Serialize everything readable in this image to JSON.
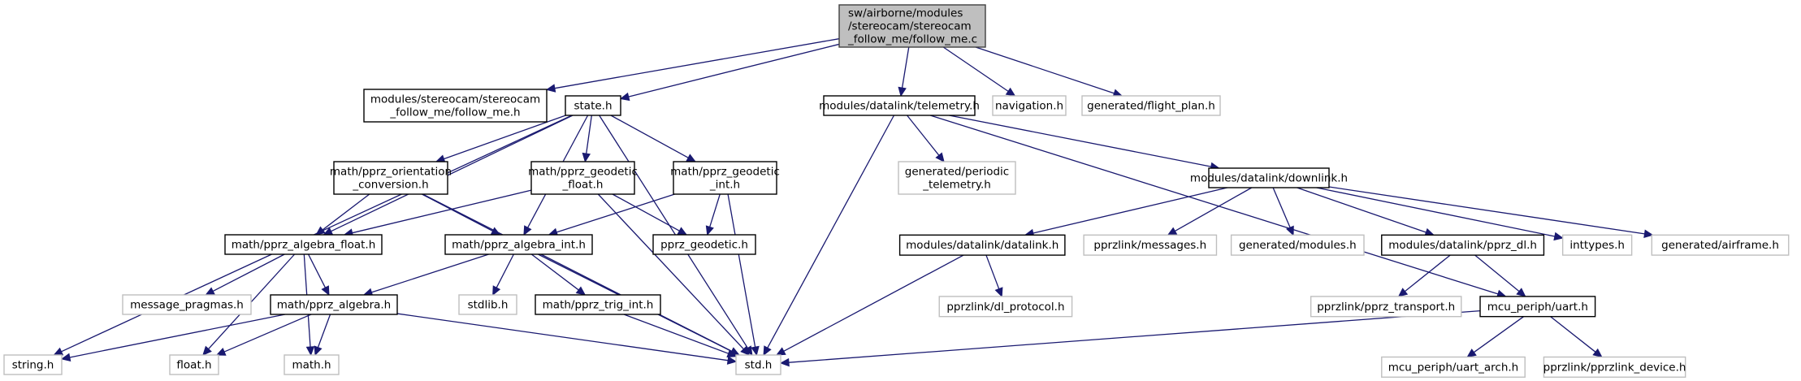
{
  "title": "sw/airborne/modules/stereocam/stereocam_follow_me/follow_me.c",
  "colors": {
    "edge": "#191970",
    "root_fill": "#bfbfbf",
    "documented_border": "#000000",
    "undocumented_border": "#bfbfbf",
    "node_fill": "#ffffff"
  },
  "nodes": [
    {
      "id": "root",
      "lines": [
        "sw/airborne/modules",
        "/stereocam/stereocam",
        "_follow_me/follow_me.c"
      ],
      "kind": "root"
    },
    {
      "id": "follow_me_h",
      "lines": [
        "modules/stereocam/stereocam",
        "_follow_me/follow_me.h"
      ],
      "kind": "documented"
    },
    {
      "id": "state_h",
      "lines": [
        "state.h"
      ],
      "kind": "documented"
    },
    {
      "id": "telemetry_h",
      "lines": [
        "modules/datalink/telemetry.h"
      ],
      "kind": "documented"
    },
    {
      "id": "navigation_h",
      "lines": [
        "navigation.h"
      ],
      "kind": "external"
    },
    {
      "id": "flight_plan_h",
      "lines": [
        "generated/flight_plan.h"
      ],
      "kind": "external"
    },
    {
      "id": "orientation_conversion_h",
      "lines": [
        "math/pprz_orientation",
        "_conversion.h"
      ],
      "kind": "documented"
    },
    {
      "id": "geodetic_float_h",
      "lines": [
        "math/pprz_geodetic",
        "_float.h"
      ],
      "kind": "documented"
    },
    {
      "id": "geodetic_int_h",
      "lines": [
        "math/pprz_geodetic",
        "_int.h"
      ],
      "kind": "documented"
    },
    {
      "id": "periodic_telemetry_h",
      "lines": [
        "generated/periodic",
        "_telemetry.h"
      ],
      "kind": "external"
    },
    {
      "id": "downlink_h",
      "lines": [
        "modules/datalink/downlink.h"
      ],
      "kind": "documented"
    },
    {
      "id": "algebra_float_h",
      "lines": [
        "math/pprz_algebra_float.h"
      ],
      "kind": "documented"
    },
    {
      "id": "algebra_int_h",
      "lines": [
        "math/pprz_algebra_int.h"
      ],
      "kind": "documented"
    },
    {
      "id": "pprz_geodetic_h",
      "lines": [
        "pprz_geodetic.h"
      ],
      "kind": "documented"
    },
    {
      "id": "datalink_h",
      "lines": [
        "modules/datalink/datalink.h"
      ],
      "kind": "documented"
    },
    {
      "id": "messages_h",
      "lines": [
        "pprzlink/messages.h"
      ],
      "kind": "external"
    },
    {
      "id": "modules_h",
      "lines": [
        "generated/modules.h"
      ],
      "kind": "external"
    },
    {
      "id": "pprz_dl_h",
      "lines": [
        "modules/datalink/pprz_dl.h"
      ],
      "kind": "documented"
    },
    {
      "id": "inttypes_h",
      "lines": [
        "inttypes.h"
      ],
      "kind": "external"
    },
    {
      "id": "airframe_h",
      "lines": [
        "generated/airframe.h"
      ],
      "kind": "external"
    },
    {
      "id": "message_pragmas_h",
      "lines": [
        "message_pragmas.h"
      ],
      "kind": "external"
    },
    {
      "id": "algebra_h",
      "lines": [
        "math/pprz_algebra.h"
      ],
      "kind": "documented"
    },
    {
      "id": "stdlib_h",
      "lines": [
        "stdlib.h"
      ],
      "kind": "external"
    },
    {
      "id": "trig_int_h",
      "lines": [
        "math/pprz_trig_int.h"
      ],
      "kind": "documented"
    },
    {
      "id": "dl_protocol_h",
      "lines": [
        "pprzlink/dl_protocol.h"
      ],
      "kind": "external"
    },
    {
      "id": "pprz_transport_h",
      "lines": [
        "pprzlink/pprz_transport.h"
      ],
      "kind": "external"
    },
    {
      "id": "uart_h",
      "lines": [
        "mcu_periph/uart.h"
      ],
      "kind": "documented"
    },
    {
      "id": "string_h",
      "lines": [
        "string.h"
      ],
      "kind": "external"
    },
    {
      "id": "float_h",
      "lines": [
        "float.h"
      ],
      "kind": "external"
    },
    {
      "id": "math_h",
      "lines": [
        "math.h"
      ],
      "kind": "external"
    },
    {
      "id": "std_h",
      "lines": [
        "std.h"
      ],
      "kind": "external"
    },
    {
      "id": "uart_arch_h",
      "lines": [
        "mcu_periph/uart_arch.h"
      ],
      "kind": "external"
    },
    {
      "id": "pprzlink_device_h",
      "lines": [
        "pprzlink/pprzlink_device.h"
      ],
      "kind": "external"
    }
  ],
  "edges": [
    [
      "root",
      "follow_me_h"
    ],
    [
      "root",
      "state_h"
    ],
    [
      "root",
      "telemetry_h"
    ],
    [
      "root",
      "navigation_h"
    ],
    [
      "root",
      "flight_plan_h"
    ],
    [
      "state_h",
      "algebra_float_h"
    ],
    [
      "state_h",
      "orientation_conversion_h"
    ],
    [
      "state_h",
      "geodetic_float_h"
    ],
    [
      "state_h",
      "geodetic_int_h"
    ],
    [
      "state_h",
      "algebra_int_h"
    ],
    [
      "state_h",
      "string_h"
    ],
    [
      "state_h",
      "std_h"
    ],
    [
      "telemetry_h",
      "periodic_telemetry_h"
    ],
    [
      "telemetry_h",
      "downlink_h"
    ],
    [
      "telemetry_h",
      "std_h"
    ],
    [
      "telemetry_h",
      "uart_h"
    ],
    [
      "orientation_conversion_h",
      "algebra_float_h"
    ],
    [
      "orientation_conversion_h",
      "algebra_int_h"
    ],
    [
      "orientation_conversion_h",
      "std_h"
    ],
    [
      "geodetic_float_h",
      "algebra_float_h"
    ],
    [
      "geodetic_float_h",
      "pprz_geodetic_h"
    ],
    [
      "geodetic_float_h",
      "std_h"
    ],
    [
      "geodetic_int_h",
      "algebra_int_h"
    ],
    [
      "geodetic_int_h",
      "pprz_geodetic_h"
    ],
    [
      "geodetic_int_h",
      "std_h"
    ],
    [
      "downlink_h",
      "datalink_h"
    ],
    [
      "downlink_h",
      "messages_h"
    ],
    [
      "downlink_h",
      "modules_h"
    ],
    [
      "downlink_h",
      "pprz_dl_h"
    ],
    [
      "downlink_h",
      "inttypes_h"
    ],
    [
      "downlink_h",
      "airframe_h"
    ],
    [
      "algebra_float_h",
      "message_pragmas_h"
    ],
    [
      "algebra_float_h",
      "algebra_h"
    ],
    [
      "algebra_float_h",
      "float_h"
    ],
    [
      "algebra_float_h",
      "math_h"
    ],
    [
      "algebra_int_h",
      "algebra_h"
    ],
    [
      "algebra_int_h",
      "stdlib_h"
    ],
    [
      "algebra_int_h",
      "trig_int_h"
    ],
    [
      "algebra_int_h",
      "std_h"
    ],
    [
      "algebra_h",
      "string_h"
    ],
    [
      "algebra_h",
      "float_h"
    ],
    [
      "algebra_h",
      "math_h"
    ],
    [
      "algebra_h",
      "std_h"
    ],
    [
      "trig_int_h",
      "std_h"
    ],
    [
      "datalink_h",
      "dl_protocol_h"
    ],
    [
      "datalink_h",
      "std_h"
    ],
    [
      "pprz_dl_h",
      "pprz_transport_h"
    ],
    [
      "pprz_dl_h",
      "uart_h"
    ],
    [
      "uart_h",
      "std_h"
    ],
    [
      "uart_h",
      "uart_arch_h"
    ],
    [
      "uart_h",
      "pprzlink_device_h"
    ]
  ]
}
